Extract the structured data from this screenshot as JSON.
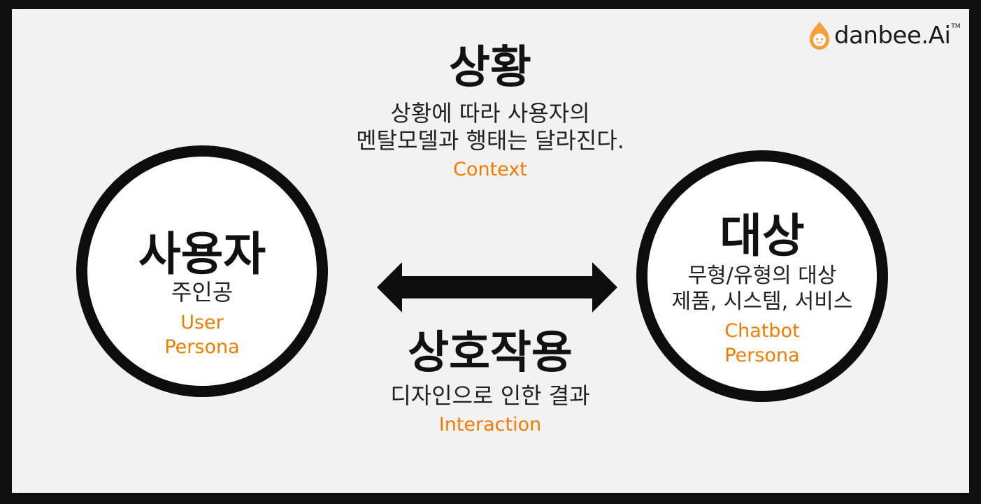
{
  "logo": {
    "text": "danbee.Ai",
    "tm": "TM",
    "icon": "danbee-flame-icon",
    "accent": "#f5a03c"
  },
  "context": {
    "heading": "상황",
    "desc_line1": "상황에 따라 사용자의",
    "desc_line2": "멘탈모델과 행태는 달라진다.",
    "english": "Context"
  },
  "user": {
    "heading": "사용자",
    "desc": "주인공",
    "english_line1": "User",
    "english_line2": "Persona"
  },
  "target": {
    "heading": "대상",
    "desc_line1": "무형/유형의 대상",
    "desc_line2": "제품, 시스템, 서비스",
    "english_line1": "Chatbot",
    "english_line2": "Persona"
  },
  "interaction": {
    "heading": "상호작용",
    "desc": "디자인으로 인한 결과",
    "english": "Interaction"
  },
  "colors": {
    "accent": "#f07c00",
    "ink": "#111111",
    "background": "#f2f2f2",
    "frame": "#101010"
  }
}
